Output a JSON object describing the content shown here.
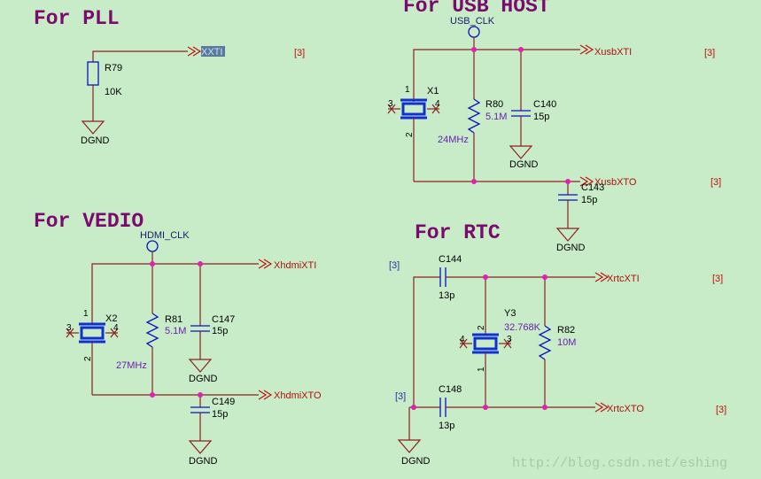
{
  "sections": {
    "pll": "For PLL",
    "usb": "For USB HOST",
    "vedio": "For VEDIO",
    "rtc": "For RTC"
  },
  "pll": {
    "net": "XXTI",
    "ref": "[3]",
    "resistor": {
      "name": "R79",
      "value": "10K"
    },
    "ground": "DGND"
  },
  "usb": {
    "power": "USB_CLK",
    "net_in": "XusbXTI",
    "net_out": "XusbXTO",
    "ref_in": "[3]",
    "ref_out": "[3]",
    "crystal": {
      "name": "X1",
      "freq": "24MHz",
      "pin1": "1",
      "pin2": "2",
      "pin3": "3",
      "pin4": "4"
    },
    "resistor": {
      "name": "R80",
      "value": "5.1M"
    },
    "cap1": {
      "name": "C140",
      "value": "15p"
    },
    "cap2": {
      "name": "C143",
      "value": "15p"
    },
    "ground1": "DGND",
    "ground2": "DGND"
  },
  "vedio": {
    "power": "HDMI_CLK",
    "net_in": "XhdmiXTI",
    "net_out": "XhdmiXTO",
    "crystal": {
      "name": "X2",
      "freq": "27MHz",
      "pin1": "1",
      "pin2": "2",
      "pin3": "3",
      "pin4": "4"
    },
    "resistor": {
      "name": "R81",
      "value": "5.1M"
    },
    "cap1": {
      "name": "C147",
      "value": "15p"
    },
    "cap2": {
      "name": "C149",
      "value": "15p"
    },
    "ground1": "DGND",
    "ground2": "DGND"
  },
  "rtc": {
    "net_in": "XrtcXTI",
    "net_out": "XrtcXTO",
    "ref_left_top": "[3]",
    "ref_left_bottom": "[3]",
    "ref_in": "[3]",
    "ref_out": "[3]",
    "cap1": {
      "name": "C144",
      "value": "13p"
    },
    "cap2": {
      "name": "C148",
      "value": "13p"
    },
    "crystal": {
      "name": "Y3",
      "freq": "32.768K",
      "pin1": "1",
      "pin2": "2",
      "pin3": "3",
      "pin4": "4"
    },
    "resistor": {
      "name": "R82",
      "value": "10M"
    },
    "ground": "DGND"
  },
  "watermark": "http://blog.csdn.net/eshing",
  "colors": {
    "background": "#c8ecc8",
    "title": "#7a0a6e",
    "wire": "#8b2020",
    "component": "#1010c0",
    "junction": "#e020b0",
    "net": "#b01010"
  }
}
